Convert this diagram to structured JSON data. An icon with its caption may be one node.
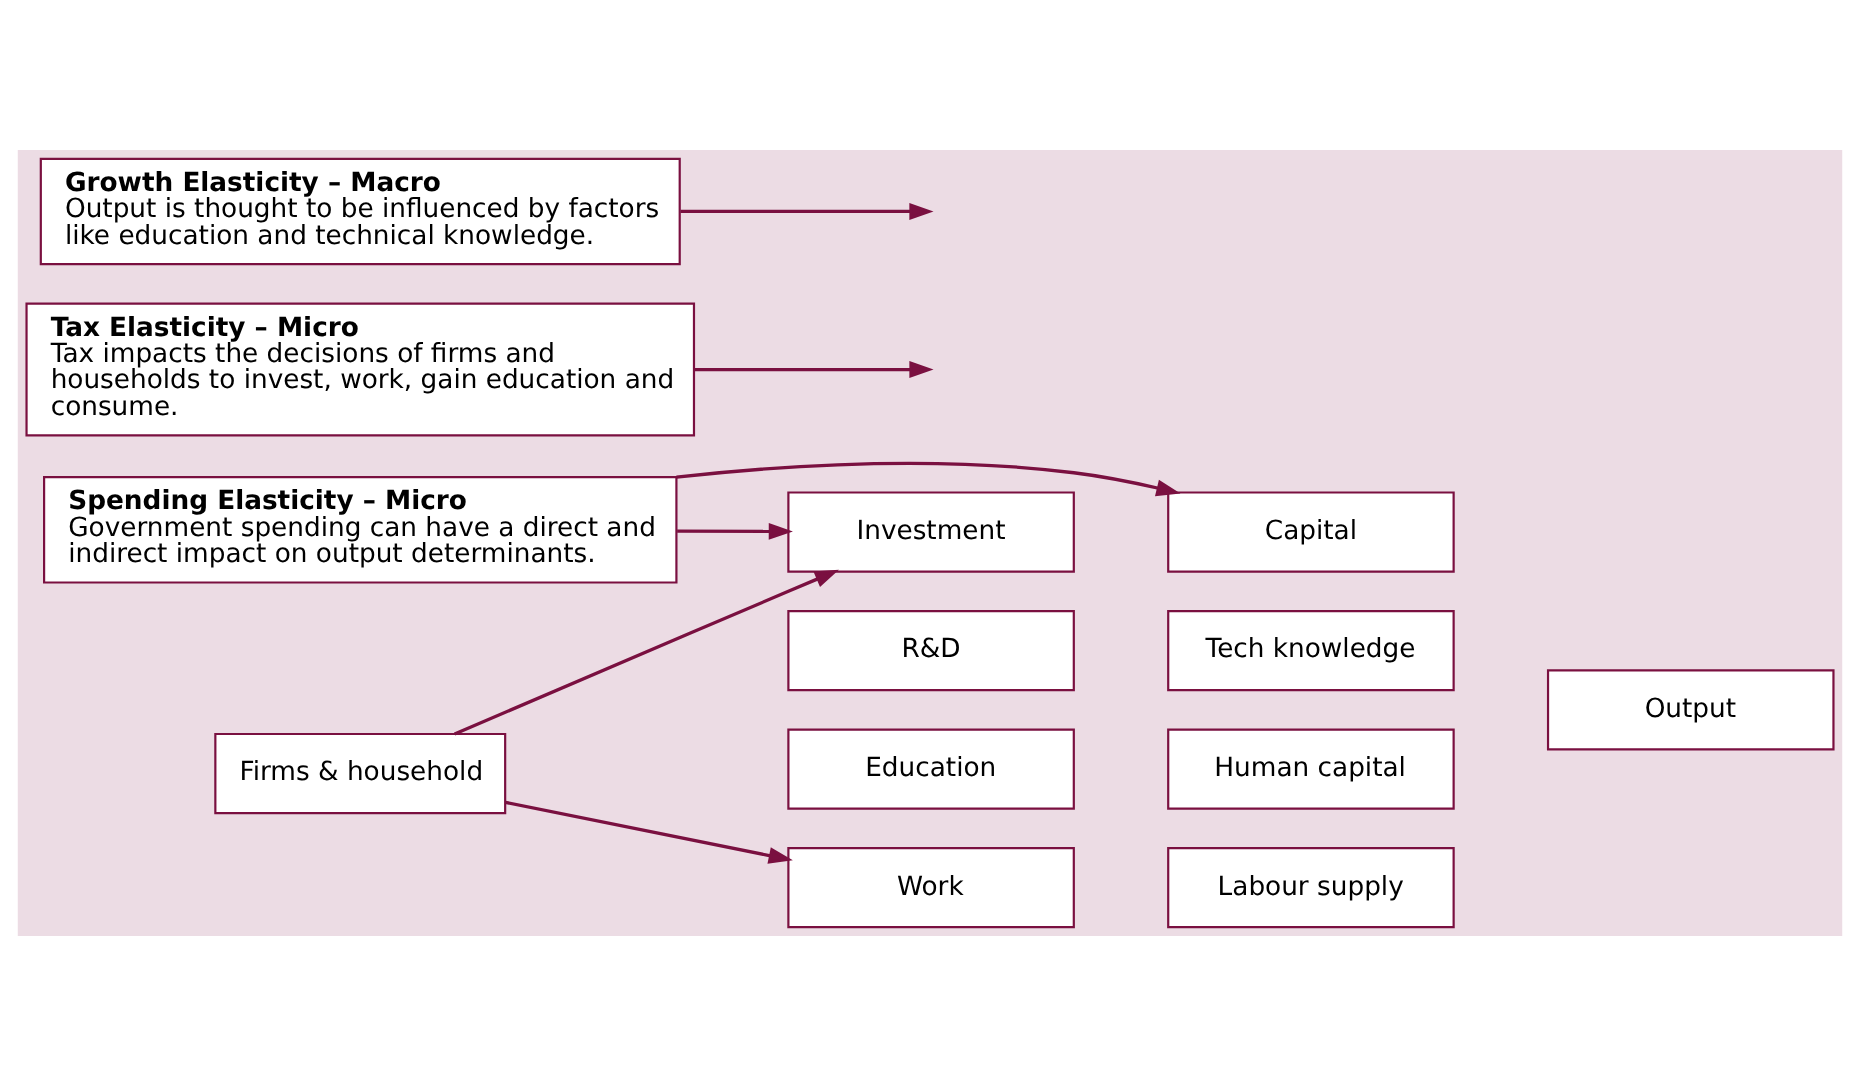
{
  "diagram": {
    "nodes": [
      {
        "text": [
          "Spending Elasticity – Micro",
          "Government spending can have a direct and indirect impact on output determinants."
        ]
      },
      {
        "text": [
          "Firms & household"
        ]
      },
      {
        "text": [
          "Investment"
        ]
      },
      {
        "text": [
          "R&D"
        ]
      },
      {
        "text": [
          "Education"
        ]
      },
      {
        "text": [
          "Work"
        ]
      },
      {
        "text": [
          "Capital"
        ]
      },
      {
        "text": [
          "Tech knowledge"
        ]
      },
      {
        "text": [
          "Human capital"
        ]
      },
      {
        "text": [
          "Labour supply"
        ]
      },
      {
        "text": [
          "Output"
        ]
      },
      {
        "text": [
          "Tax Elasticity – Micro",
          "Tax impacts the decisions of firms and households to invest, work, gain education and consume."
        ]
      },
      {
        "text": [
          "Growth Elasticity – Macro",
          "Output is thought to be influenced by factors like education and technical knowledge."
        ]
      }
    ],
    "edges": [
      {
        "from": 0,
        "to": 2,
        "arrow": "to"
      },
      {
        "from": 0,
        "to": 6,
        "arrow": "to"
      },
      {
        "from": 1,
        "to": 2,
        "arrow": "to"
      },
      {
        "from": 1,
        "to": 5,
        "arrow": "to"
      },
      {
        "from": 11,
        "to": null,
        "arrow": "to"
      },
      {
        "from": 12,
        "to": null,
        "arrow": "to"
      }
    ]
  }
}
